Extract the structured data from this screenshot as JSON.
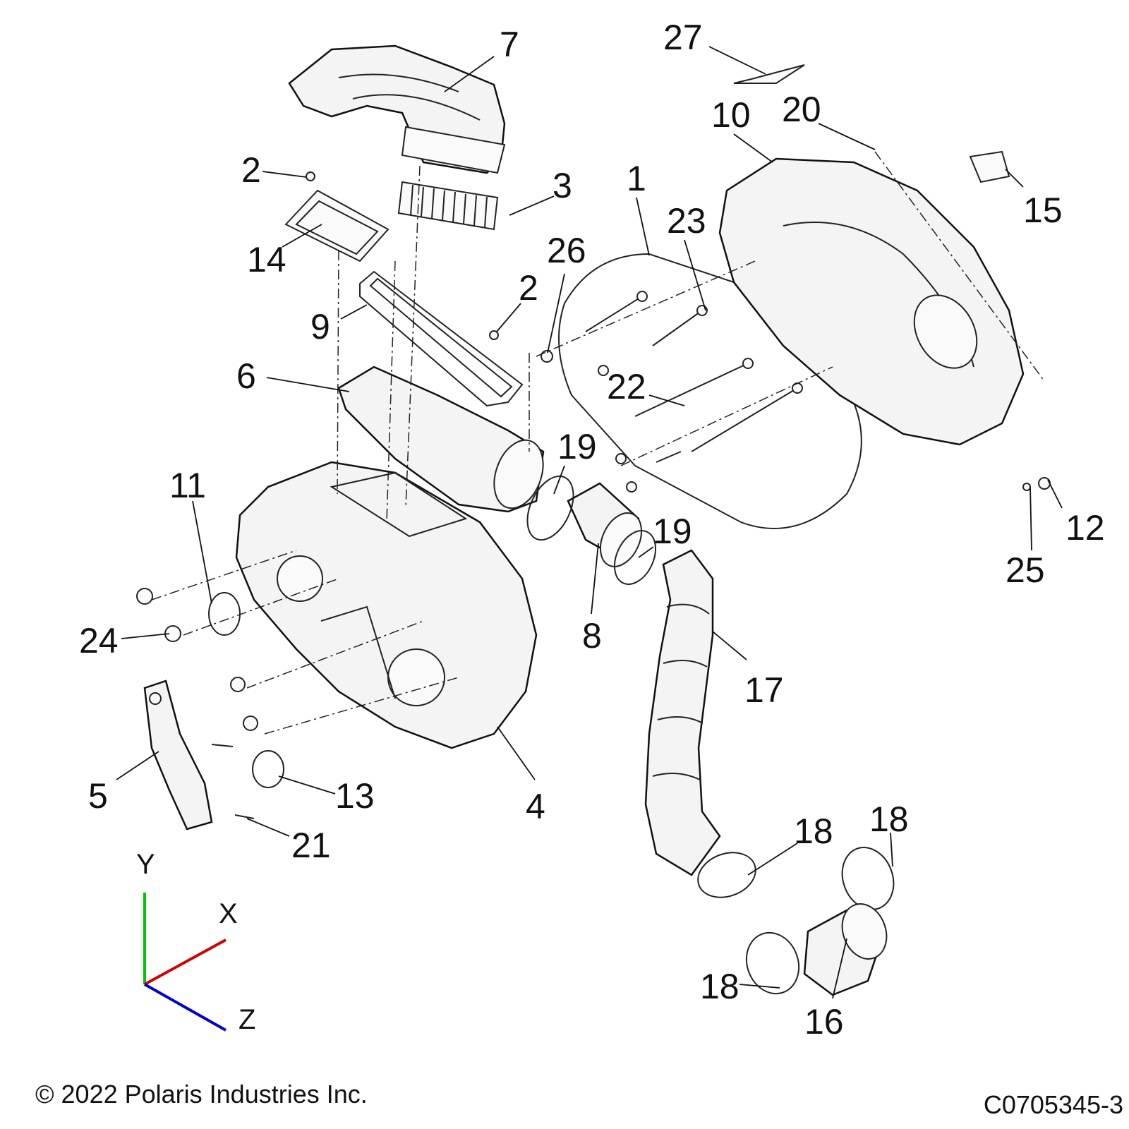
{
  "callouts": [
    "27",
    "7",
    "10",
    "20",
    "2",
    "3",
    "15",
    "1",
    "23",
    "14",
    "26",
    "2",
    "9",
    "6",
    "22",
    "19",
    "11",
    "12",
    "19",
    "25",
    "24",
    "8",
    "17",
    "5",
    "13",
    "4",
    "18",
    "18",
    "21",
    "18",
    "16"
  ],
  "axes": {
    "y": "Y",
    "x": "X",
    "z": "Z"
  },
  "colors": {
    "y_axis": "#00c800",
    "x_axis": "#d40000",
    "z_axis": "#0000d4"
  },
  "footer": {
    "copyright": "© 2022 Polaris Industries Inc.",
    "drawing_number": "C0705345-3"
  }
}
